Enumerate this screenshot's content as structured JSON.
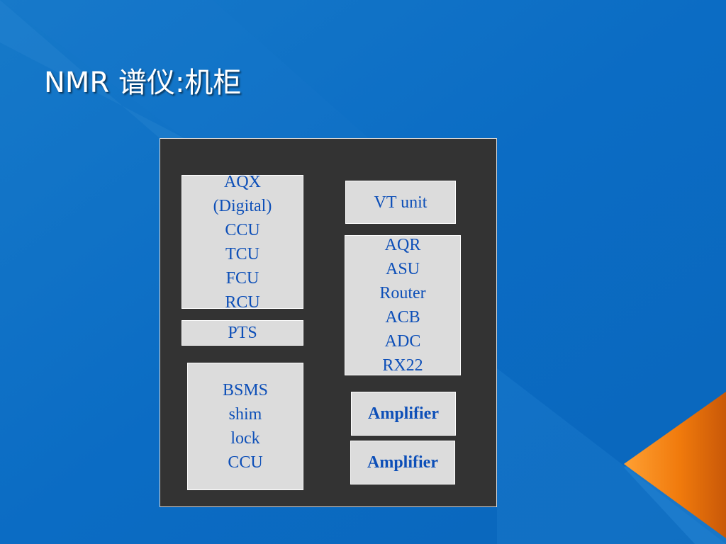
{
  "slide": {
    "title": "NMR 谱仪:机柜"
  },
  "colors": {
    "background": "#0b6cc4",
    "cabinet": "#333333",
    "module_fill": "#dcdcdc",
    "module_text": "#0d4fb8",
    "accent_orange": "#f07a0c"
  },
  "modules": {
    "aqx": {
      "lines": [
        "AQX",
        "(Digital)",
        "CCU",
        "TCU",
        "FCU",
        "RCU"
      ]
    },
    "pts": {
      "lines": [
        "PTS"
      ]
    },
    "bsms": {
      "lines": [
        "BSMS",
        "shim",
        "lock",
        "CCU"
      ]
    },
    "vt_unit": {
      "lines": [
        "VT unit"
      ]
    },
    "aqr": {
      "lines": [
        "AQR",
        "ASU",
        "Router",
        "ACB",
        "ADC",
        "RX22"
      ]
    },
    "amplifier_1": {
      "lines": [
        "Amplifier"
      ]
    },
    "amplifier_2": {
      "lines": [
        "Amplifier"
      ]
    }
  }
}
